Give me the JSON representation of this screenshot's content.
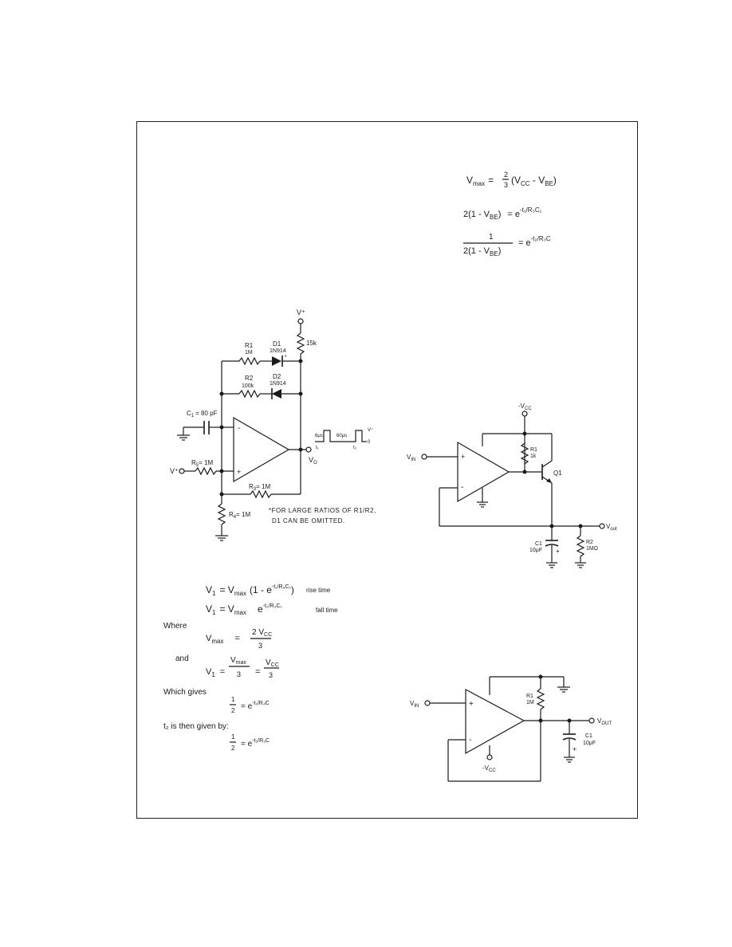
{
  "equations_top": {
    "eq1": {
      "lhs": "V",
      "lhs_sub": "max",
      "rhs": "= ",
      "frac_num": "2",
      "frac_den": "3",
      "rest": "(V",
      "rest_sub1": "CC",
      "minus": " - V",
      "rest_sub2": "BE",
      "close": ")"
    },
    "eq2": {
      "text": "2(1 - V",
      "sub": "BE",
      "close": ")",
      "eq": "= e",
      "exp": "-t₁/R₃C₁"
    },
    "eq3": {
      "num": "1",
      "den": "2(1 - V",
      "den_sub": "BE",
      "den_close": ")",
      "eq": "= e",
      "exp": "-t₂/R₃C"
    }
  },
  "circuit1": {
    "vplus_top": "V⁺",
    "r15k": "15k",
    "r1": "R1",
    "r1_val": "1M",
    "d1": "D1",
    "d1_val": "1N914",
    "r2": "R2",
    "r2_val": "100k",
    "d2": "D2",
    "d2_val": "1N914",
    "c1": "C",
    "c1_sub": "1",
    "c1_val": "= 80 pF",
    "opamp_minus": "-",
    "opamp_plus": "+",
    "r5": "R",
    "r5_sub": "5",
    "r5_val": "= 1M",
    "vplus_in": "V⁺",
    "r3": "R",
    "r3_sub": "3",
    "r3_val": "= 1M",
    "vo": "V",
    "vo_sub": "O",
    "r4": "R",
    "r4_sub": "4",
    "r4_val": "= 1M",
    "note_line1": "*FOR LARGE RATIOS OF R1/R2,",
    "note_line2": "D1 CAN BE OMITTED.",
    "wave_t1": "6μs",
    "wave_t1b": "t₁",
    "wave_t2": "60μs",
    "wave_t2b": "t₂",
    "wave_vplus": "V⁺",
    "wave_zero": "0"
  },
  "circuit2": {
    "neg_vcc": "-V",
    "neg_vcc_sub": "CC",
    "r1": "R1",
    "r1_val": "1k",
    "q1": "Q1",
    "vin": "V",
    "vin_sub": "IN",
    "plus": "+",
    "minus": "-",
    "vout": "V",
    "vout_sub": "out",
    "c1": "C1",
    "c1_val": "10μF",
    "r2": "R2",
    "r2_val": "1MΩ"
  },
  "circuit3": {
    "vin": "V",
    "vin_sub": "IN",
    "plus": "+",
    "minus": "-",
    "r1": "R1",
    "r1_val": "1M",
    "vout": "V",
    "vout_sub": "OUT",
    "c1": "C1",
    "c1_val": "10μF",
    "neg_vcc": "-V",
    "neg_vcc_sub": "CC"
  },
  "equations_bottom": {
    "rise": {
      "lhs": "V",
      "lhs_sub": "1",
      "eq": "= V",
      "eq_sub": "max",
      "body": "(1 - e",
      "exp": "-t₁/R₄C₁",
      "close": ")",
      "label": "rise time"
    },
    "fall": {
      "lhs": "V",
      "lhs_sub": "1",
      "eq": "= V",
      "eq_sub": "max",
      "body": "e",
      "exp": "-t₂/R₃C₁",
      "label": "fall time"
    },
    "where": "Where",
    "vmax": {
      "lhs": "V",
      "lhs_sub": "max",
      "eq": "=",
      "num": "2 V",
      "num_sub": "CC",
      "den": "3"
    },
    "and": "and",
    "v1": {
      "lhs": "V",
      "lhs_sub": "1",
      "eq": "=",
      "num": "V",
      "num_sub": "max",
      "den": "3",
      "eq2": "=",
      "num2": "V",
      "num2_sub": "CC",
      "den2": "3"
    },
    "which_gives": "Which gives",
    "half1": {
      "num": "1",
      "den": "2",
      "eq": "= e",
      "exp": "-t₁/R₄C"
    },
    "t2_intro": "t₂ is then given by:",
    "half2": {
      "num": "1",
      "den": "2",
      "eq": "= e",
      "exp": "-t₂/R₃C"
    }
  }
}
